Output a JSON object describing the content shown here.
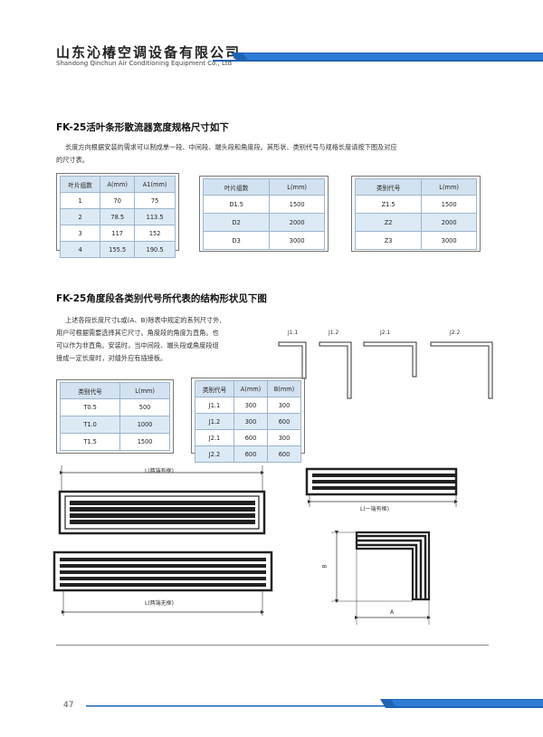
{
  "header": {
    "company_cn": "山东沁椿空调设备有限公司",
    "company_en": "Shandong Qinchun Air Conditioning Equipment Co., Ltd",
    "accent_color": "#1f63b5"
  },
  "section1": {
    "title": "FK-25活叶条形散流器宽度规格尺寸如下",
    "paragraph_line1": "长度方向根据安装的需求可以制成单一段、中间段、端头段和角度段。其形状、类别代号与规格长度请按下图及对应",
    "paragraph_line2": "的尺寸表。",
    "table1": {
      "headers": [
        "叶片组数",
        "A(mm)",
        "A1(mm)"
      ],
      "rows": [
        [
          "1",
          "70",
          "75"
        ],
        [
          "2",
          "78.5",
          "113.5"
        ],
        [
          "3",
          "117",
          "152"
        ],
        [
          "4",
          "155.5",
          "190.5"
        ]
      ]
    },
    "table2": {
      "headers": [
        "叶片组数",
        "L(mm)"
      ],
      "rows": [
        [
          "D1.5",
          "1500"
        ],
        [
          "D2",
          "2000"
        ],
        [
          "D3",
          "3000"
        ]
      ]
    },
    "table3": {
      "headers": [
        "类别代号",
        "L(mm)"
      ],
      "rows": [
        [
          "Z1.5",
          "1500"
        ],
        [
          "Z2",
          "2000"
        ],
        [
          "Z3",
          "3000"
        ]
      ]
    }
  },
  "section2": {
    "title": "FK-25角度段各类别代号所代表的结构形状见下图",
    "paragraph_lines": [
      "上述各段长度尺寸L或(A、B)除表中规定的系列尺寸外,",
      "用户可根据需要选择其它尺寸。角度段的角度为直角。也",
      "可以作为非直角。安装时，当中间段、端头段或角度段组",
      "接成一定长度时，对缝外应有插接板。"
    ],
    "shape_labels": [
      "J1.1",
      "J1.2",
      "J2.1",
      "J2.2"
    ],
    "table4": {
      "headers": [
        "类别代号",
        "L(mm)"
      ],
      "rows": [
        [
          "T0.5",
          "500"
        ],
        [
          "T1.0",
          "1000"
        ],
        [
          "T1.5",
          "1500"
        ]
      ]
    },
    "table5": {
      "headers": [
        "类别代号",
        "A(mm)",
        "B(mm)"
      ],
      "rows": [
        [
          "J1.1",
          "300",
          "300"
        ],
        [
          "J1.2",
          "300",
          "600"
        ],
        [
          "J2.1",
          "600",
          "300"
        ],
        [
          "J2.2",
          "600",
          "600"
        ]
      ]
    }
  },
  "drawings": {
    "label_both_frame": "L(两端有框)",
    "label_no_frame": "L(两端无框)",
    "label_one_frame": "L(一端有框)",
    "label_a": "A",
    "label_b": "B"
  },
  "footer": {
    "page_number": "47"
  }
}
